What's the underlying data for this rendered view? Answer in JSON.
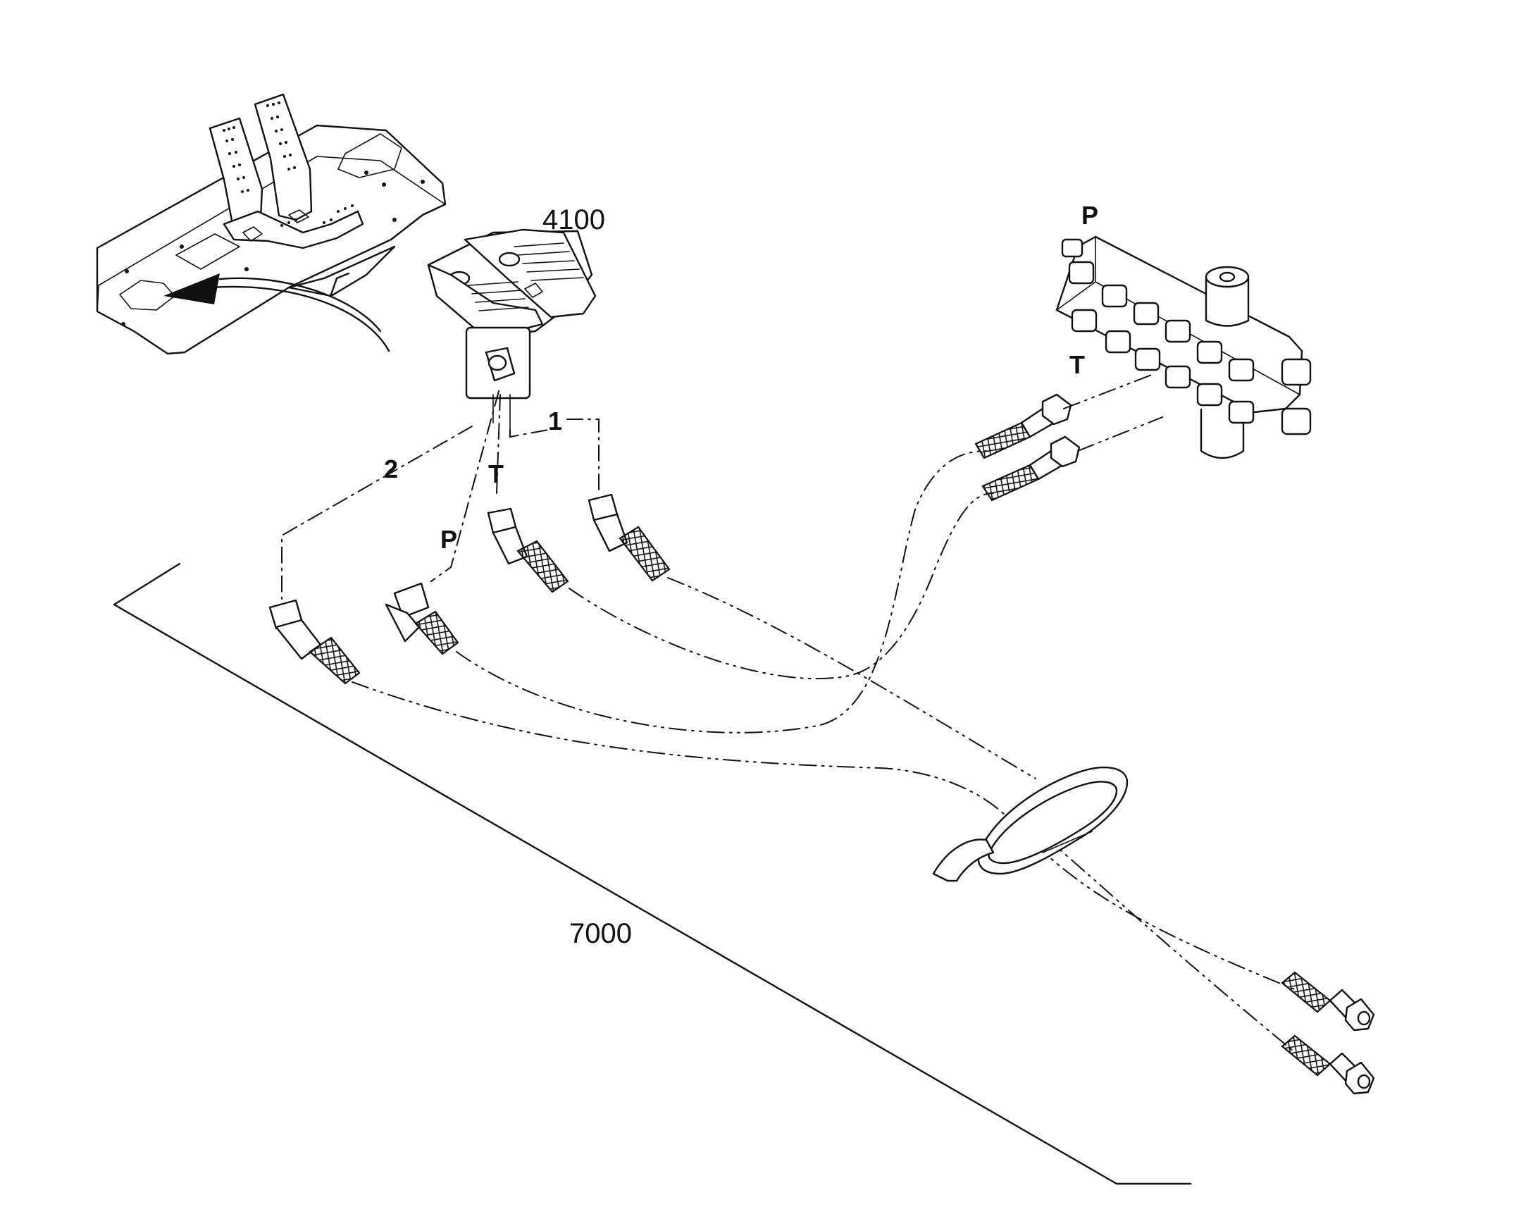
{
  "labels": {
    "part_pedal_assembly": "4100",
    "part_hose_kit": "7000",
    "port_p_manifold": "P",
    "port_t_manifold": "T",
    "port_p_valve": "P",
    "port_t_valve": "T",
    "line_1": "1",
    "line_2": "2"
  },
  "icons": {
    "floor_panel": "floor-plate-with-pedals-icon",
    "pedal_valve": "foot-pedal-valve-icon",
    "manifold": "hydraulic-manifold-block-icon",
    "hose_clamp": "hose-clamp-icon"
  }
}
